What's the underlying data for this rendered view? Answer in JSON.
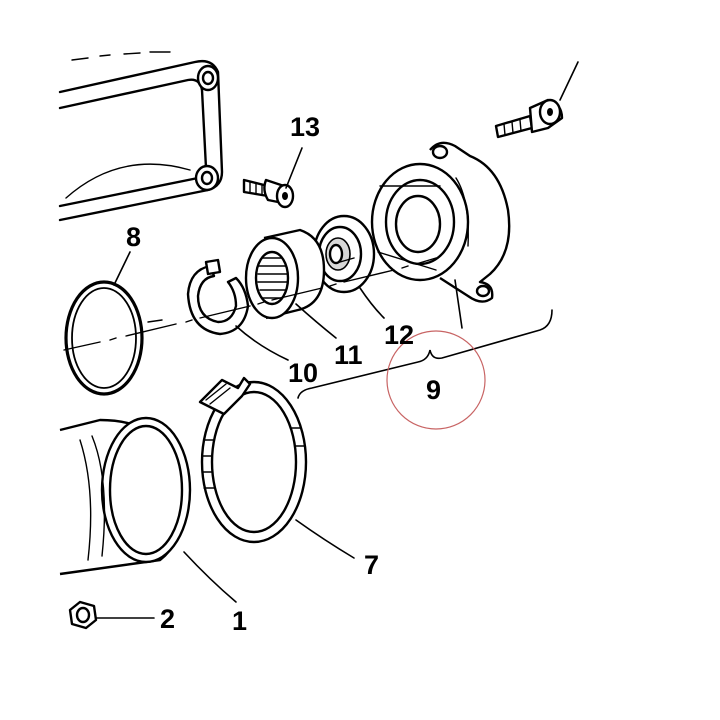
{
  "labels": {
    "p1": "1",
    "p2": "2",
    "p7": "7",
    "p8": "8",
    "p9": "9",
    "p10": "10",
    "p11": "11",
    "p12": "12",
    "p13": "13"
  },
  "colors": {
    "line": "#000000",
    "highlight_circle": "#c86464",
    "background": "#ffffff"
  }
}
